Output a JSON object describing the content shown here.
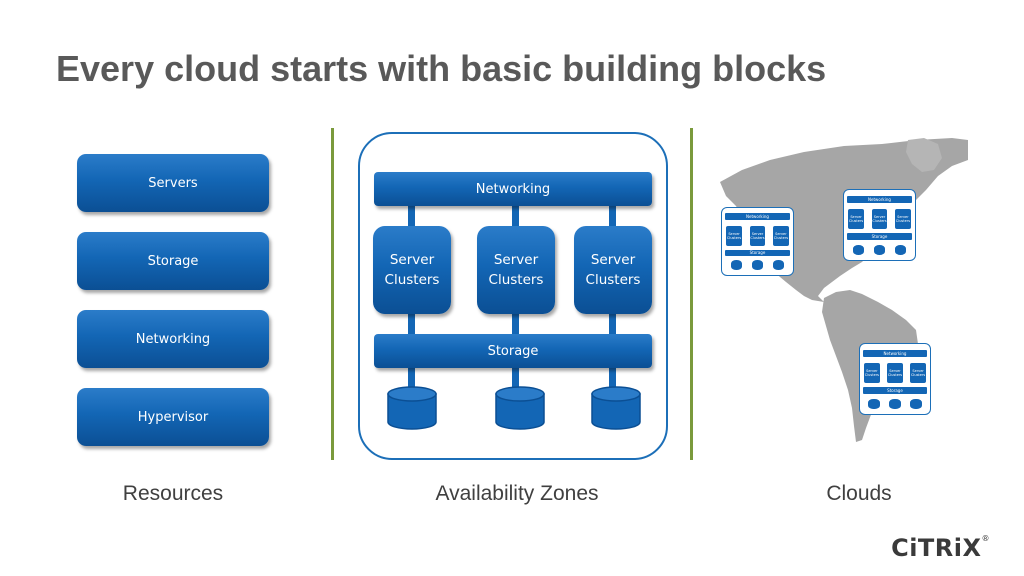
{
  "title": "Every cloud starts with basic building blocks",
  "resources": {
    "items": [
      {
        "label": "Servers"
      },
      {
        "label": "Storage"
      },
      {
        "label": "Networking"
      },
      {
        "label": "Hypervisor"
      }
    ],
    "caption": "Resources"
  },
  "zone": {
    "networking_label": "Networking",
    "clusters": [
      {
        "label": "Server Clusters"
      },
      {
        "label": "Server Clusters"
      },
      {
        "label": "Server Clusters"
      }
    ],
    "storage_label": "Storage",
    "caption": "Availability Zones"
  },
  "clouds": {
    "caption": "Clouds",
    "mini_networking": "Networking",
    "mini_cluster": "Server Clusters",
    "mini_storage": "Storage"
  },
  "logo": {
    "text": "CiTRiX",
    "mark": "®"
  },
  "colors": {
    "accent": "#1366b5",
    "divider": "#7a9a3c",
    "title": "#595959",
    "map": "#a6a6a6"
  }
}
